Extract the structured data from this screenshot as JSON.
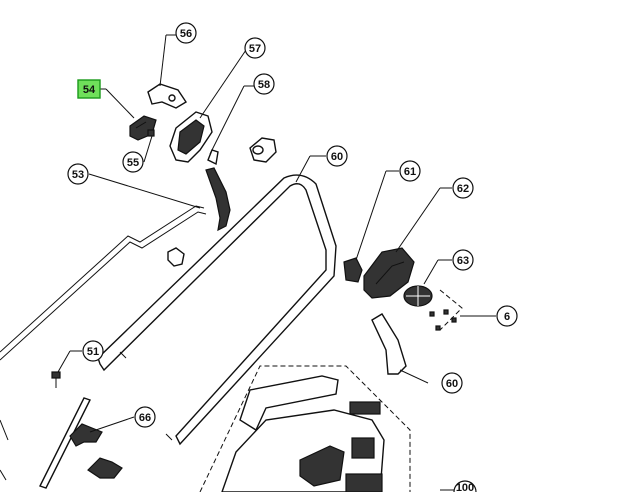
{
  "callouts": {
    "c56": "56",
    "c57": "57",
    "c58": "58",
    "c54": "54",
    "c55": "55",
    "c53": "53",
    "c60a": "60",
    "c61": "61",
    "c62": "62",
    "c63": "63",
    "c6": "6",
    "c51": "51",
    "c60b": "60",
    "c66": "66",
    "c100": "100"
  },
  "colors": {
    "highlight_fill": "#6fe05a",
    "highlight_stroke": "#1a9a1a",
    "line": "#111111"
  }
}
